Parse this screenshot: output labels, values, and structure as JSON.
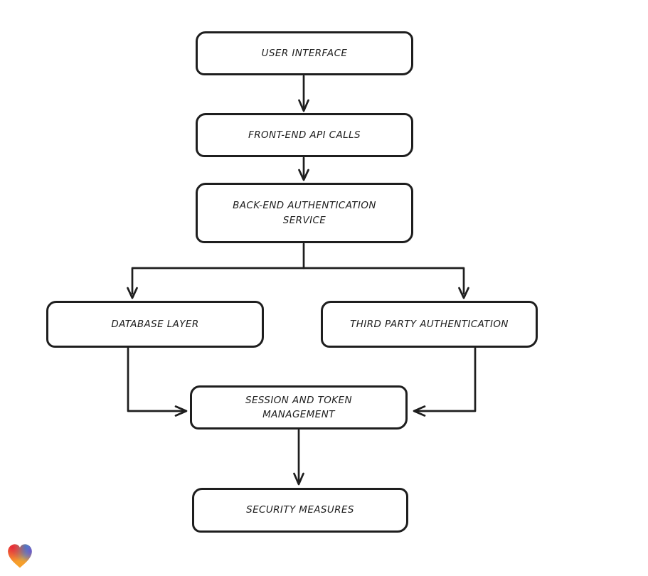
{
  "diagram": {
    "type": "flowchart",
    "background_color": "#ffffff",
    "stroke_color": "#1e1e1e",
    "nodes": [
      {
        "id": "user-interface",
        "label": "USER INTERFACE"
      },
      {
        "id": "front-end-api-calls",
        "label": "FRONT-END API CALLS"
      },
      {
        "id": "back-end-authentication-service",
        "label": "BACK-END AUTHENTICATION SERVICE"
      },
      {
        "id": "database-layer",
        "label": "DATABASE LAYER"
      },
      {
        "id": "third-party-authentication",
        "label": "THIRD PARTY AUTHENTICATION"
      },
      {
        "id": "session-and-token-management",
        "label": "SESSION AND TOKEN MANAGEMENT"
      },
      {
        "id": "security-measures",
        "label": "SECURITY MEASURES"
      }
    ],
    "edges": [
      {
        "from": "user-interface",
        "to": "front-end-api-calls",
        "arrow": "down"
      },
      {
        "from": "front-end-api-calls",
        "to": "back-end-authentication-service",
        "arrow": "down"
      },
      {
        "from": "back-end-authentication-service",
        "to": "database-layer",
        "arrow": "down"
      },
      {
        "from": "back-end-authentication-service",
        "to": "third-party-authentication",
        "arrow": "down"
      },
      {
        "from": "database-layer",
        "to": "session-and-token-management",
        "arrow": "right"
      },
      {
        "from": "third-party-authentication",
        "to": "session-and-token-management",
        "arrow": "left"
      },
      {
        "from": "session-and-token-management",
        "to": "security-measures",
        "arrow": "down"
      }
    ],
    "logo": {
      "name": "heart-logo",
      "colors": [
        "#e92938",
        "#2996d2",
        "#f7a028"
      ]
    }
  }
}
